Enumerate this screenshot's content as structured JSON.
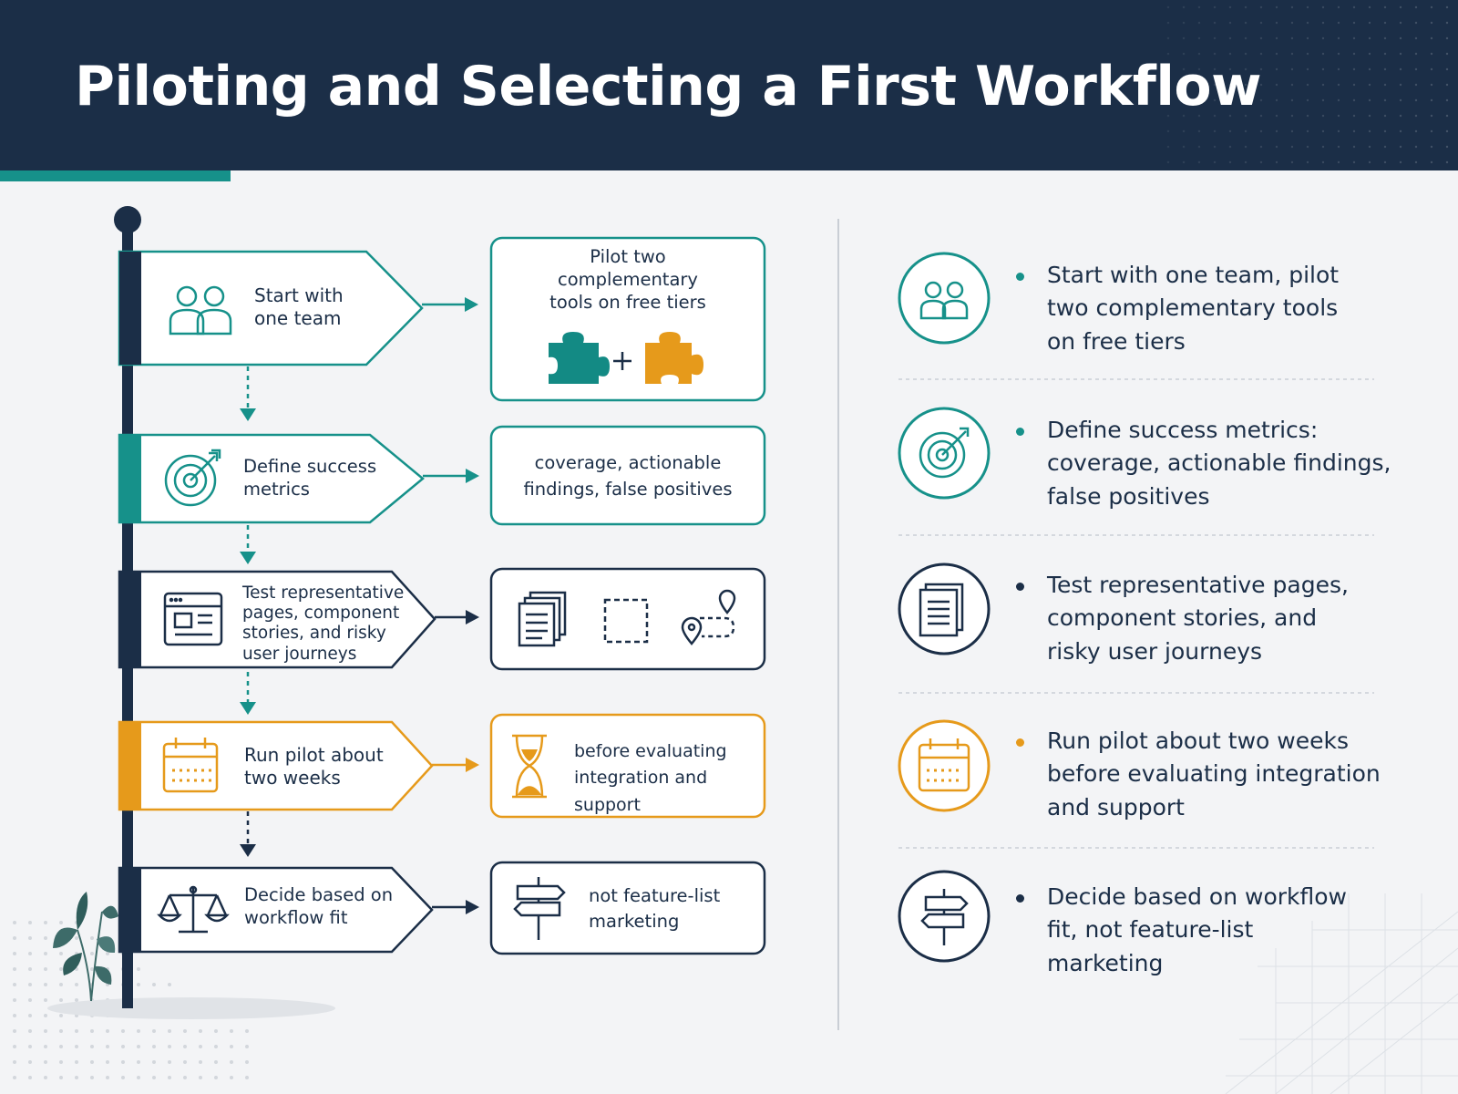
{
  "header": {
    "title": "Piloting and Selecting a First Workflow"
  },
  "colors": {
    "navy": "#1b2e47",
    "teal": "#16918a",
    "amber": "#e69a1b",
    "background": "#f3f4f6"
  },
  "steps": [
    {
      "label": "Start with\none team",
      "detail": "Pilot two\ncomplementary\ntools on free tiers",
      "icon": "users-icon",
      "detail_icons": [
        "puzzle-piece-icon",
        "plus-icon",
        "puzzle-piece-icon"
      ],
      "accent": "teal"
    },
    {
      "label": "Define success\nmetrics",
      "detail": "coverage, actionable\nfindings, false positives",
      "icon": "target-icon",
      "accent": "teal"
    },
    {
      "label": "Test representative\npages, component\nstories, and risky\nuser journeys",
      "detail": "",
      "icon": "browser-window-icon",
      "detail_icons": [
        "document-stack-icon",
        "dashed-frame-icon",
        "map-route-icon"
      ],
      "accent": "navy"
    },
    {
      "label": "Run pilot about\ntwo weeks",
      "detail": "before evaluating\nintegration and support",
      "icon": "calendar-icon",
      "detail_icons": [
        "hourglass-icon"
      ],
      "accent": "amber"
    },
    {
      "label": "Decide based on\nworkflow fit",
      "detail": "not feature-list\nmarketing",
      "icon": "scales-icon",
      "detail_icons": [
        "signpost-icon"
      ],
      "accent": "navy"
    }
  ],
  "summary": [
    {
      "text": "Start with one team, pilot\ntwo complementary tools\non free tiers",
      "icon": "users-icon",
      "accent": "teal"
    },
    {
      "text": "Define success metrics:\ncoverage, actionable findings,\nfalse positives",
      "icon": "target-icon",
      "accent": "teal"
    },
    {
      "text": "Test representative pages,\ncomponent stories, and\nrisky user journeys",
      "icon": "document-list-icon",
      "accent": "navy"
    },
    {
      "text": "Run pilot about two weeks\nbefore evaluating integration\nand support",
      "icon": "calendar-icon",
      "accent": "amber"
    },
    {
      "text": "Decide based on workflow\nfit, not feature-list\nmarketing",
      "icon": "signpost-icon",
      "accent": "navy"
    }
  ]
}
